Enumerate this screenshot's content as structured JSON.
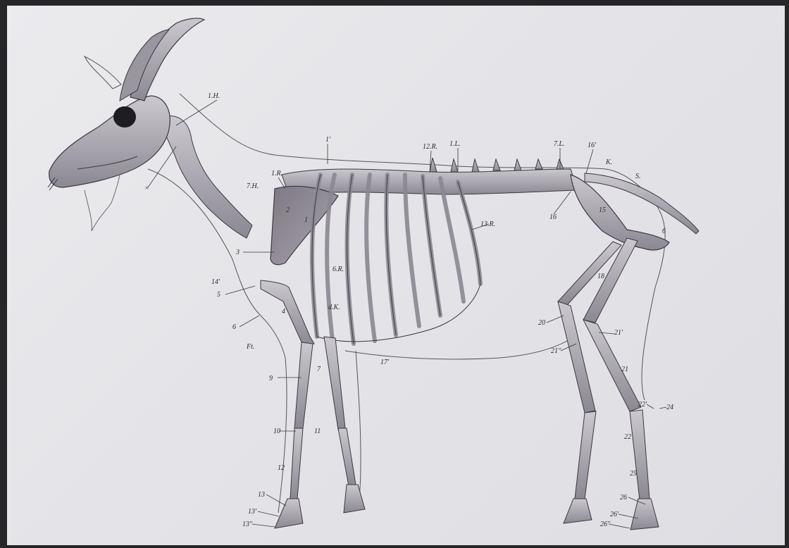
{
  "colors": {
    "frame": "#262628",
    "paper": "#e6e6ea",
    "bone_fill": "#b9b6bd",
    "bone_shadow": "#6e6a72",
    "outline": "#3a3a3e"
  },
  "labels": {
    "l_1H": "1.H.",
    "l_x": "×",
    "l_7H": "7.H.",
    "l_1R": "1.R.",
    "l_1": "1",
    "l_1top": "1'",
    "l_2": "2",
    "l_3": "3",
    "l_14a": "14'",
    "l_5": "5",
    "l_4": "4",
    "l_6": "6",
    "l_6R": "6.R.",
    "l_dK": "d.K.",
    "l_Ft": "Ft.",
    "l_9": "9",
    "l_7": "7",
    "l_10": "10",
    "l_11": "11",
    "l_12": "12",
    "l_13": "13",
    "l_13a": "13'",
    "l_13b": "13''",
    "l_12R": "12.R.",
    "l_1L": "1.L.",
    "l_13R": "13.R.",
    "l_17a": "17'",
    "l_7L": "7.L.",
    "l_16a": "16'",
    "l_K": "K.",
    "l_S": "S.",
    "l_16": "16",
    "l_15": "15",
    "l_18": "18",
    "l_6b": "6",
    "l_20": "20",
    "l_21a": "21'",
    "l_21b": "21''",
    "l_21": "21",
    "l_22": "22",
    "l_22a": "22'",
    "l_24": "24",
    "l_25": "25",
    "l_26a": "26",
    "l_26b": "26'",
    "l_26c": "26''"
  }
}
